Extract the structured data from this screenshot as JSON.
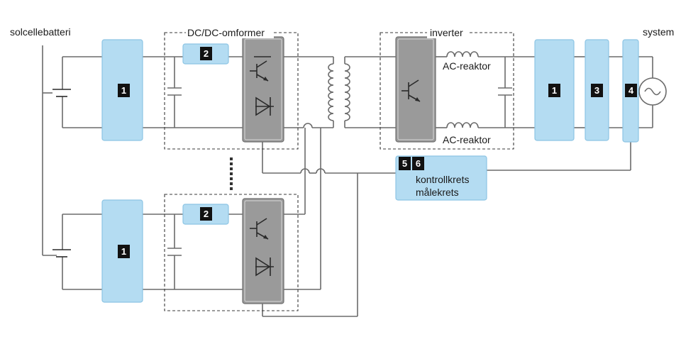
{
  "labels": {
    "pv_array": "solcellebatteri",
    "dcdc": "DC/DC-omformer",
    "inverter": "inverter",
    "system": "system",
    "ac_reactor_top": "AC-reaktor",
    "ac_reactor_bottom": "AC-reaktor",
    "control_line1": "kontrollkrets",
    "control_line2": "målekrets"
  },
  "badges": {
    "b1_top": "1",
    "b2_top": "2",
    "b1_bottom": "1",
    "b2_bottom": "2",
    "b1_right": "1",
    "b3": "3",
    "b4": "4",
    "b5": "5",
    "b6": "6"
  },
  "colors": {
    "block_fill": "#b4dcf2",
    "switch_fill": "#9a9a9a",
    "wire": "#6b6b6b",
    "badge": "#111111"
  }
}
